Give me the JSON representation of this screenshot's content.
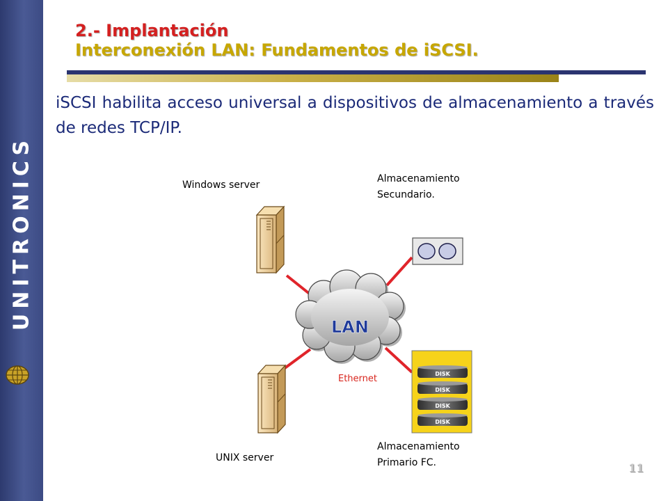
{
  "sidebar": {
    "brand": "UNITRONICS",
    "logo_icon": "globe-logo-icon"
  },
  "title": {
    "line1": "2.- Implantación",
    "line2": "Interconexión LAN: Fundamentos de iSCSI."
  },
  "intro": "iSCSI habilita acceso universal a dispositivos de almacenamiento a través de redes TCP/IP.",
  "diagram": {
    "windows_server": "Windows server",
    "unix_server": "UNIX server",
    "secondary_storage": [
      "Almacenamiento",
      "Secundario."
    ],
    "primary_storage": [
      "Almacenamiento",
      "Primario FC."
    ],
    "lan": "LAN",
    "ethernet": "Ethernet",
    "disk_label": "DISK",
    "link_color": "#e0242a",
    "storage_bg": "#f6d31a"
  },
  "page_number": "11"
}
